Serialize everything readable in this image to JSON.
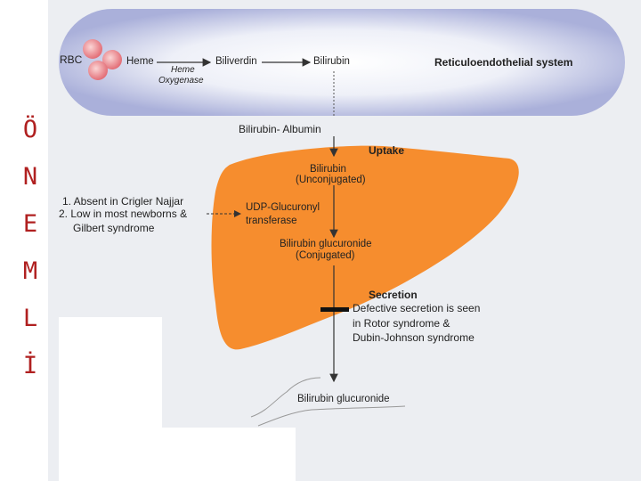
{
  "side_letters": [
    "Ö",
    "N",
    "E",
    "M",
    "L",
    "İ"
  ],
  "diagram": {
    "res_title": "Reticuloendothelial system",
    "rbc": "RBC",
    "heme": "Heme",
    "enzyme_line1": "Heme",
    "enzyme_line2": "Oxygenase",
    "biliverdin": "Biliverdin",
    "bilirubin": "Bilirubin",
    "bilirubin_albumin": "Bilirubin- Albumin",
    "uptake": "Uptake",
    "bilirubin_uncon_1": "Bilirubin",
    "bilirubin_uncon_2": "(Unconjugated)",
    "ugt_1": "UDP-Glucuronyl",
    "ugt_2": "transferase",
    "note_1": "1. Absent in Crigler Najjar",
    "note_2": "2. Low in most newborns &",
    "note_3": "Gilbert syndrome",
    "conj_1": "Bilirubin glucuronide",
    "conj_2": "(Conjugated)",
    "secretion": "Secretion",
    "defect_1": "Defective secretion is seen",
    "defect_2": "in Rotor syndrome &",
    "defect_3": "Dubin-Johnson syndrome",
    "bile_product": "Bilirubin glucuronide"
  },
  "colors": {
    "liver": "#f68d2e",
    "res_band": "#b9bde0",
    "rbc": "#e8848a",
    "side_letters": "#b02020"
  }
}
